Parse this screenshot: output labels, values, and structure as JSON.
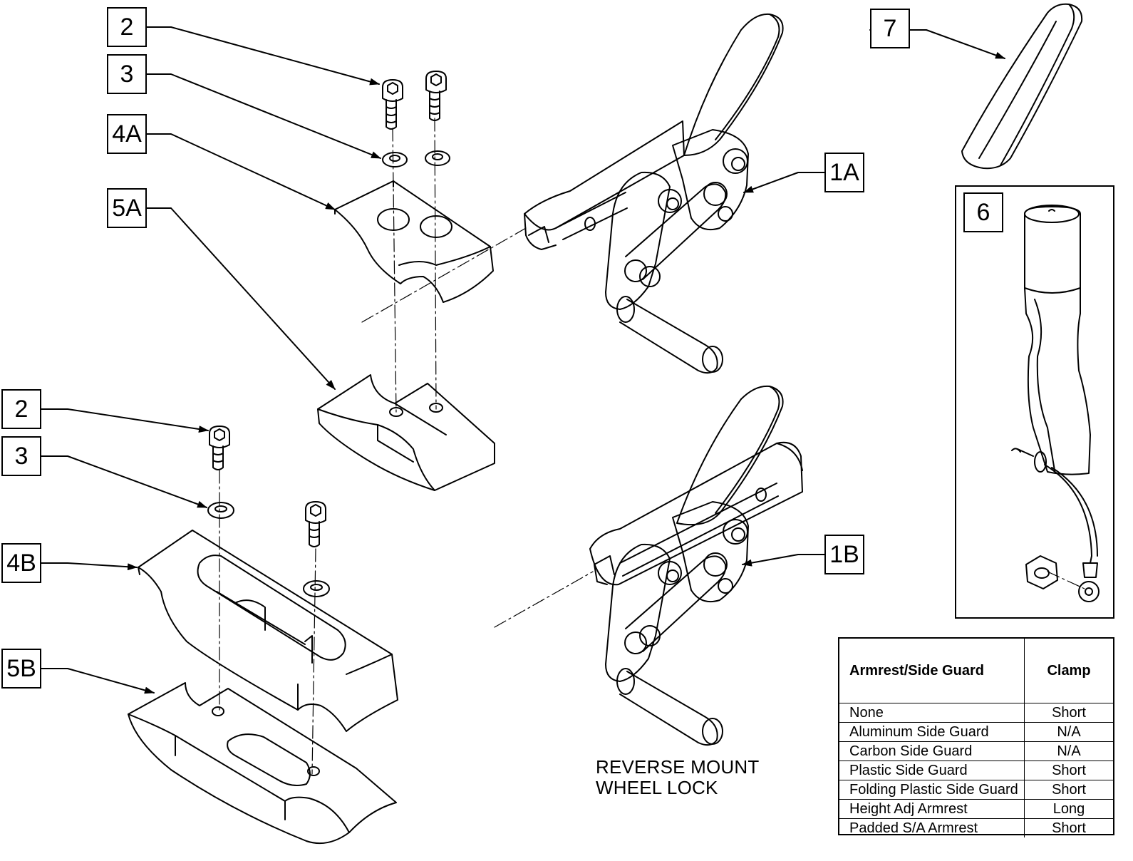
{
  "callouts": {
    "c2_top": "2",
    "c3_top": "3",
    "c4a": "4A",
    "c5a": "5A",
    "c2_bottom": "2",
    "c3_bottom": "3",
    "c4b": "4B",
    "c5b": "5B",
    "c1a": "1A",
    "c1b": "1B",
    "c6": "6",
    "c7": "7"
  },
  "caption": {
    "line1": "REVERSE MOUNT",
    "line2": "WHEEL LOCK"
  },
  "table": {
    "headers": [
      "Armrest/Side Guard",
      "Clamp"
    ],
    "rows": [
      {
        "name": "None",
        "clamp": "Short"
      },
      {
        "name": "Aluminum Side Guard",
        "clamp": "N/A"
      },
      {
        "name": "Carbon Side Guard",
        "clamp": "N/A"
      },
      {
        "name": "Plastic Side Guard",
        "clamp": "Short"
      },
      {
        "name": "Folding Plastic Side Guard",
        "clamp": "Short"
      },
      {
        "name": "Height Adj Armrest",
        "clamp": "Long"
      },
      {
        "name": "Padded S/A Armrest",
        "clamp": "Short"
      }
    ]
  }
}
